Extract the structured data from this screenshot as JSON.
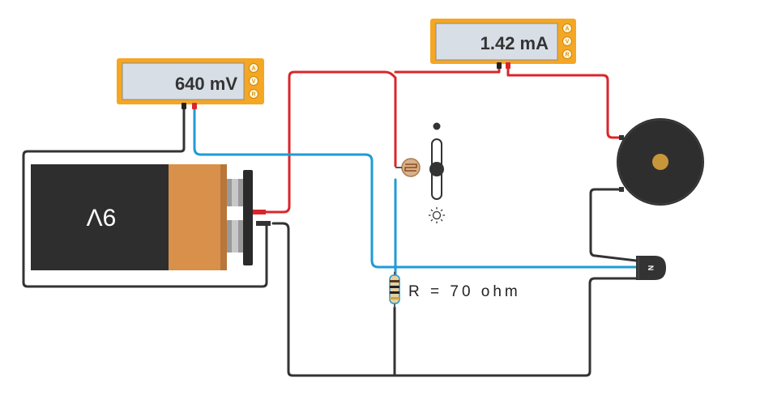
{
  "colors": {
    "wire_black": "#333333",
    "wire_red": "#d9262b",
    "wire_blue": "#1f9bd6",
    "meter_body": "#f5a623",
    "meter_screen": "#d8dee6",
    "battery_body": "#2e2e2e",
    "battery_cap": "#d8904a",
    "buzzer_body": "#2e2e2e",
    "buzzer_center": "#c8963a"
  },
  "voltmeter": {
    "reading": "640 mV",
    "mode_buttons": [
      "A",
      "V",
      "R"
    ],
    "active_mode": "V"
  },
  "ammeter": {
    "reading": "1.42 mA",
    "mode_buttons": [
      "A",
      "V",
      "R"
    ],
    "active_mode": "A"
  },
  "battery": {
    "label": "9V"
  },
  "transistor": {
    "label": "N"
  },
  "resistor": {
    "label": "R = 70 ohm"
  },
  "light_slider": {
    "level": 0.5
  }
}
